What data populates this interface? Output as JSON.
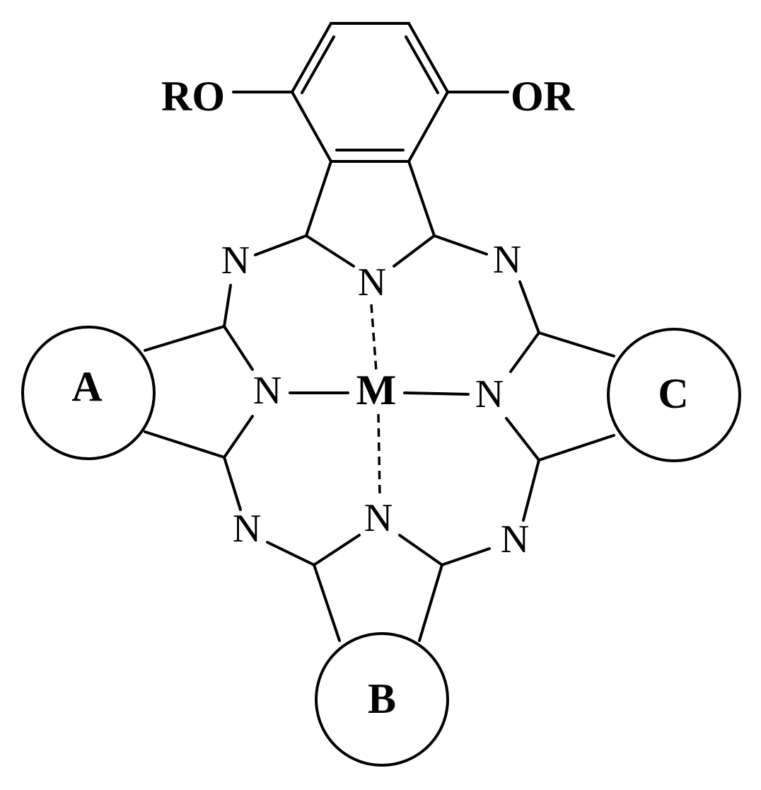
{
  "substituents": {
    "left": "RO",
    "right": "OR"
  },
  "metal": "M",
  "rings": {
    "a": "A",
    "b": "B",
    "c": "C"
  },
  "nitrogen": "N"
}
